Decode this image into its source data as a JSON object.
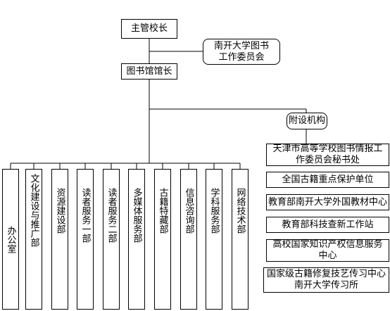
{
  "nodes": {
    "principal": "主管校长",
    "committee": "南开大学图书工作委员会",
    "director": "图书馆馆长",
    "affiliated": "附设机构"
  },
  "departments": [
    "办公室",
    "文化建设与推广部",
    "资源建设部",
    "读者服务一部",
    "读者服务二部",
    "多媒体服务部",
    "古籍特藏部",
    "信息咨询部",
    "学科服务部",
    "网络技术部"
  ],
  "affiliated_units": [
    "天津市高等学校图书情报工作委员会秘书处",
    "全国古籍重点保护单位",
    "教育部南开大学外国教材中心",
    "教育部科技查新工作站",
    "高校国家知识产权信息服务中心",
    "国家级古籍修复技艺传习中心南开大学传习所"
  ]
}
